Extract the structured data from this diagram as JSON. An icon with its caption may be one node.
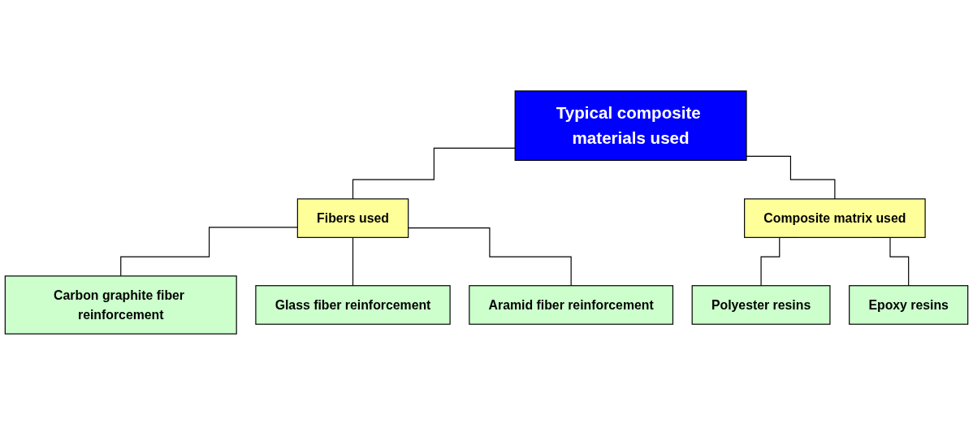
{
  "diagram": {
    "nodes": [
      {
        "text": [
          "Typical composite materials used"
        ]
      },
      {
        "text": [
          "Fibers used"
        ]
      },
      {
        "text": [
          "Composite matrix used"
        ]
      },
      {
        "text": [
          "Carbon graphite fiber reinforcement"
        ]
      },
      {
        "text": [
          "Glass fiber reinforcement"
        ]
      },
      {
        "text": [
          "Aramid fiber reinforcement"
        ]
      },
      {
        "text": [
          "Polyester resins"
        ]
      },
      {
        "text": [
          "Epoxy resins"
        ]
      }
    ],
    "edges": [
      {
        "from": 0,
        "to": 1,
        "arrow": "none"
      },
      {
        "from": 0,
        "to": 2,
        "arrow": "none"
      },
      {
        "from": 1,
        "to": 3,
        "arrow": "none"
      },
      {
        "from": 1,
        "to": 4,
        "arrow": "none"
      },
      {
        "from": 1,
        "to": 5,
        "arrow": "none"
      },
      {
        "from": 2,
        "to": 6,
        "arrow": "none"
      },
      {
        "from": 2,
        "to": 7,
        "arrow": "none"
      }
    ]
  }
}
